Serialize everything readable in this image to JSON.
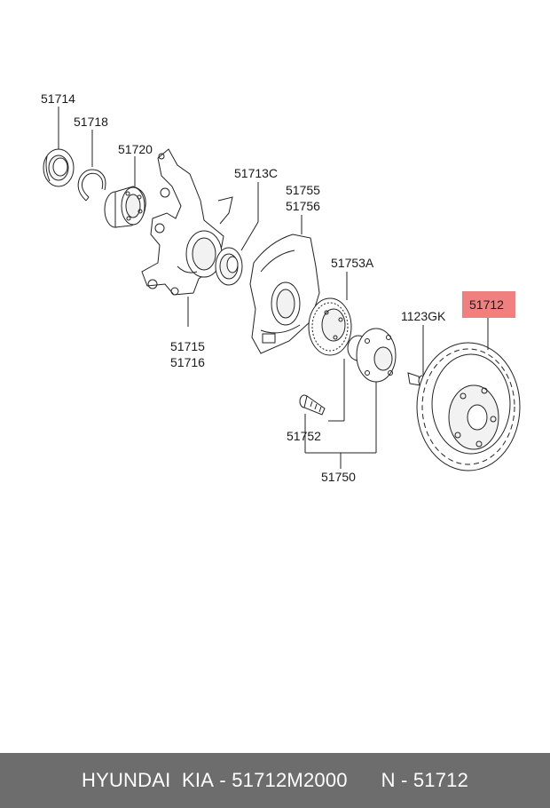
{
  "diagram": {
    "labels": {
      "p51714": "51714",
      "p51718": "51718",
      "p51720": "51720",
      "p51713C": "51713C",
      "p51755": "51755",
      "p51756": "51756",
      "p51753A": "51753A",
      "p1123GK": "1123GK",
      "p51712": "51712",
      "p51715": "51715",
      "p51716": "51716",
      "p51752": "51752",
      "p51750": "51750"
    },
    "highlight_color": "#f08080"
  },
  "footer": {
    "brand": "HYUNDAI  KIA",
    "separator": " - ",
    "part_number": "51712M2000",
    "ref_prefix": "N",
    "ref_number": "51712",
    "background": "#6d6d6d"
  }
}
